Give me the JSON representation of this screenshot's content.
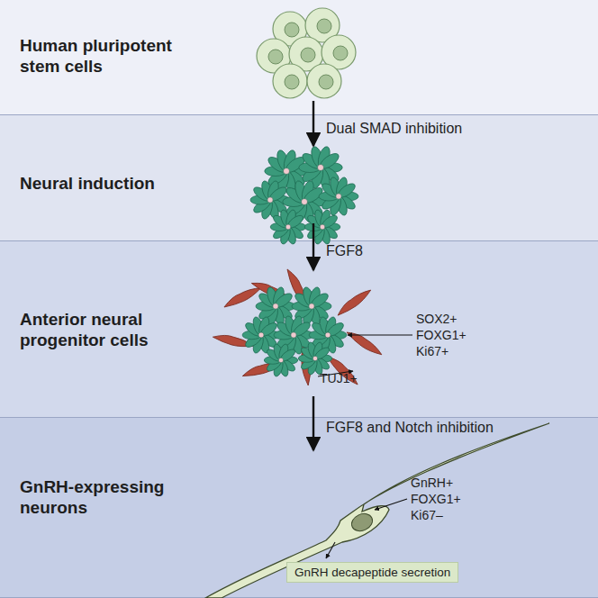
{
  "diagram": {
    "nodes": [
      {
        "text": [
          "Human pluripotent stem cells"
        ]
      },
      {
        "text": [
          "Neural induction"
        ]
      },
      {
        "text": [
          "Anterior neural progenitor cells"
        ]
      },
      {
        "text": [
          "GnRH-expressing neurons"
        ]
      },
      {
        "text": [
          "GnRH decapeptide secretion"
        ],
        "in": 3
      }
    ],
    "edges": [
      {
        "from": 0,
        "to": 1,
        "label": "Dual SMAD inhibition",
        "arrow": "to"
      },
      {
        "from": 1,
        "to": 2,
        "label": "FGF8",
        "arrow": "to"
      },
      {
        "from": 2,
        "to": 3,
        "label": "FGF8 and Notch inhibition",
        "arrow": "to"
      }
    ],
    "labels": [
      "SOX2+",
      "FOXG1+",
      "Ki67+",
      "TUJ1+",
      "GnRH+",
      "FOXG1+",
      "Ki67–"
    ]
  }
}
